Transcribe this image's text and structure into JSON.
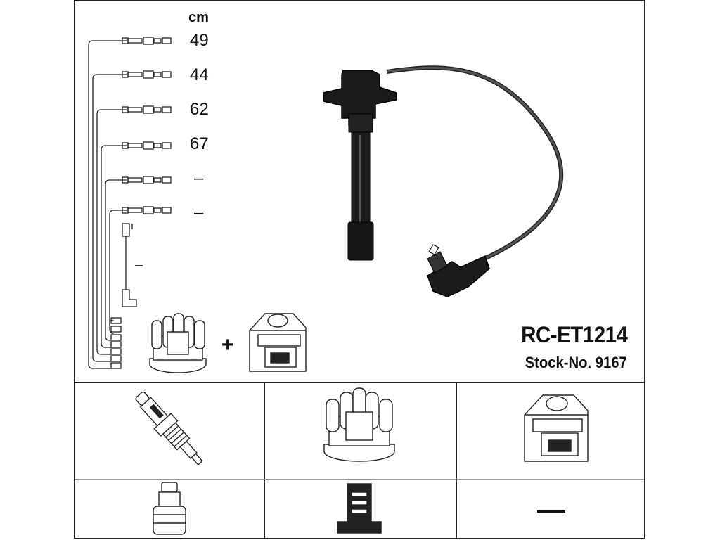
{
  "header": {
    "unit": "cm"
  },
  "cables": [
    {
      "length": "49"
    },
    {
      "length": "44"
    },
    {
      "length": "62"
    },
    {
      "length": "67"
    },
    {
      "length": "–"
    },
    {
      "length": "–"
    }
  ],
  "coil_wire": {
    "length": "–"
  },
  "product": {
    "title": "RC-ET1214",
    "stock": "Stock-No. 9167"
  },
  "kit": {
    "plus": "+"
  },
  "parts_grid": {
    "no_part": "—"
  },
  "icons": [
    "cable-set-drawing",
    "ignition-cable-drawing",
    "distributor-cap-icon",
    "ignition-coil-icon",
    "spark-plug-icon",
    "plug-boot-icon",
    "rotor-arm-icon"
  ]
}
